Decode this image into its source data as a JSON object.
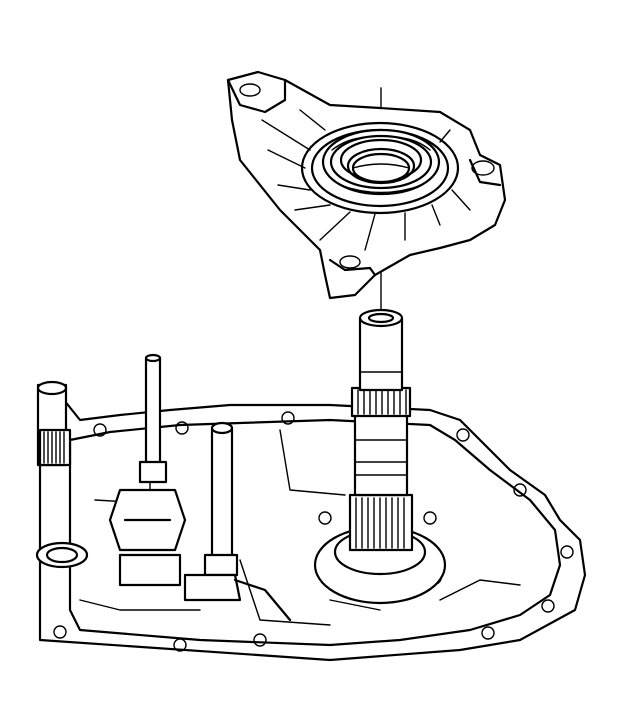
{
  "diagram": {
    "parts": [
      {
        "id": "bearing-retainer-plate",
        "label": ""
      },
      {
        "id": "bearing",
        "label": ""
      },
      {
        "id": "mainshaft",
        "label": ""
      },
      {
        "id": "transmission-case",
        "label": ""
      },
      {
        "id": "shift-rail-left",
        "label": ""
      },
      {
        "id": "shift-rail-right",
        "label": ""
      },
      {
        "id": "countershaft-gear",
        "label": ""
      }
    ],
    "colors": {
      "line": "#000000",
      "background": "#ffffff"
    }
  }
}
